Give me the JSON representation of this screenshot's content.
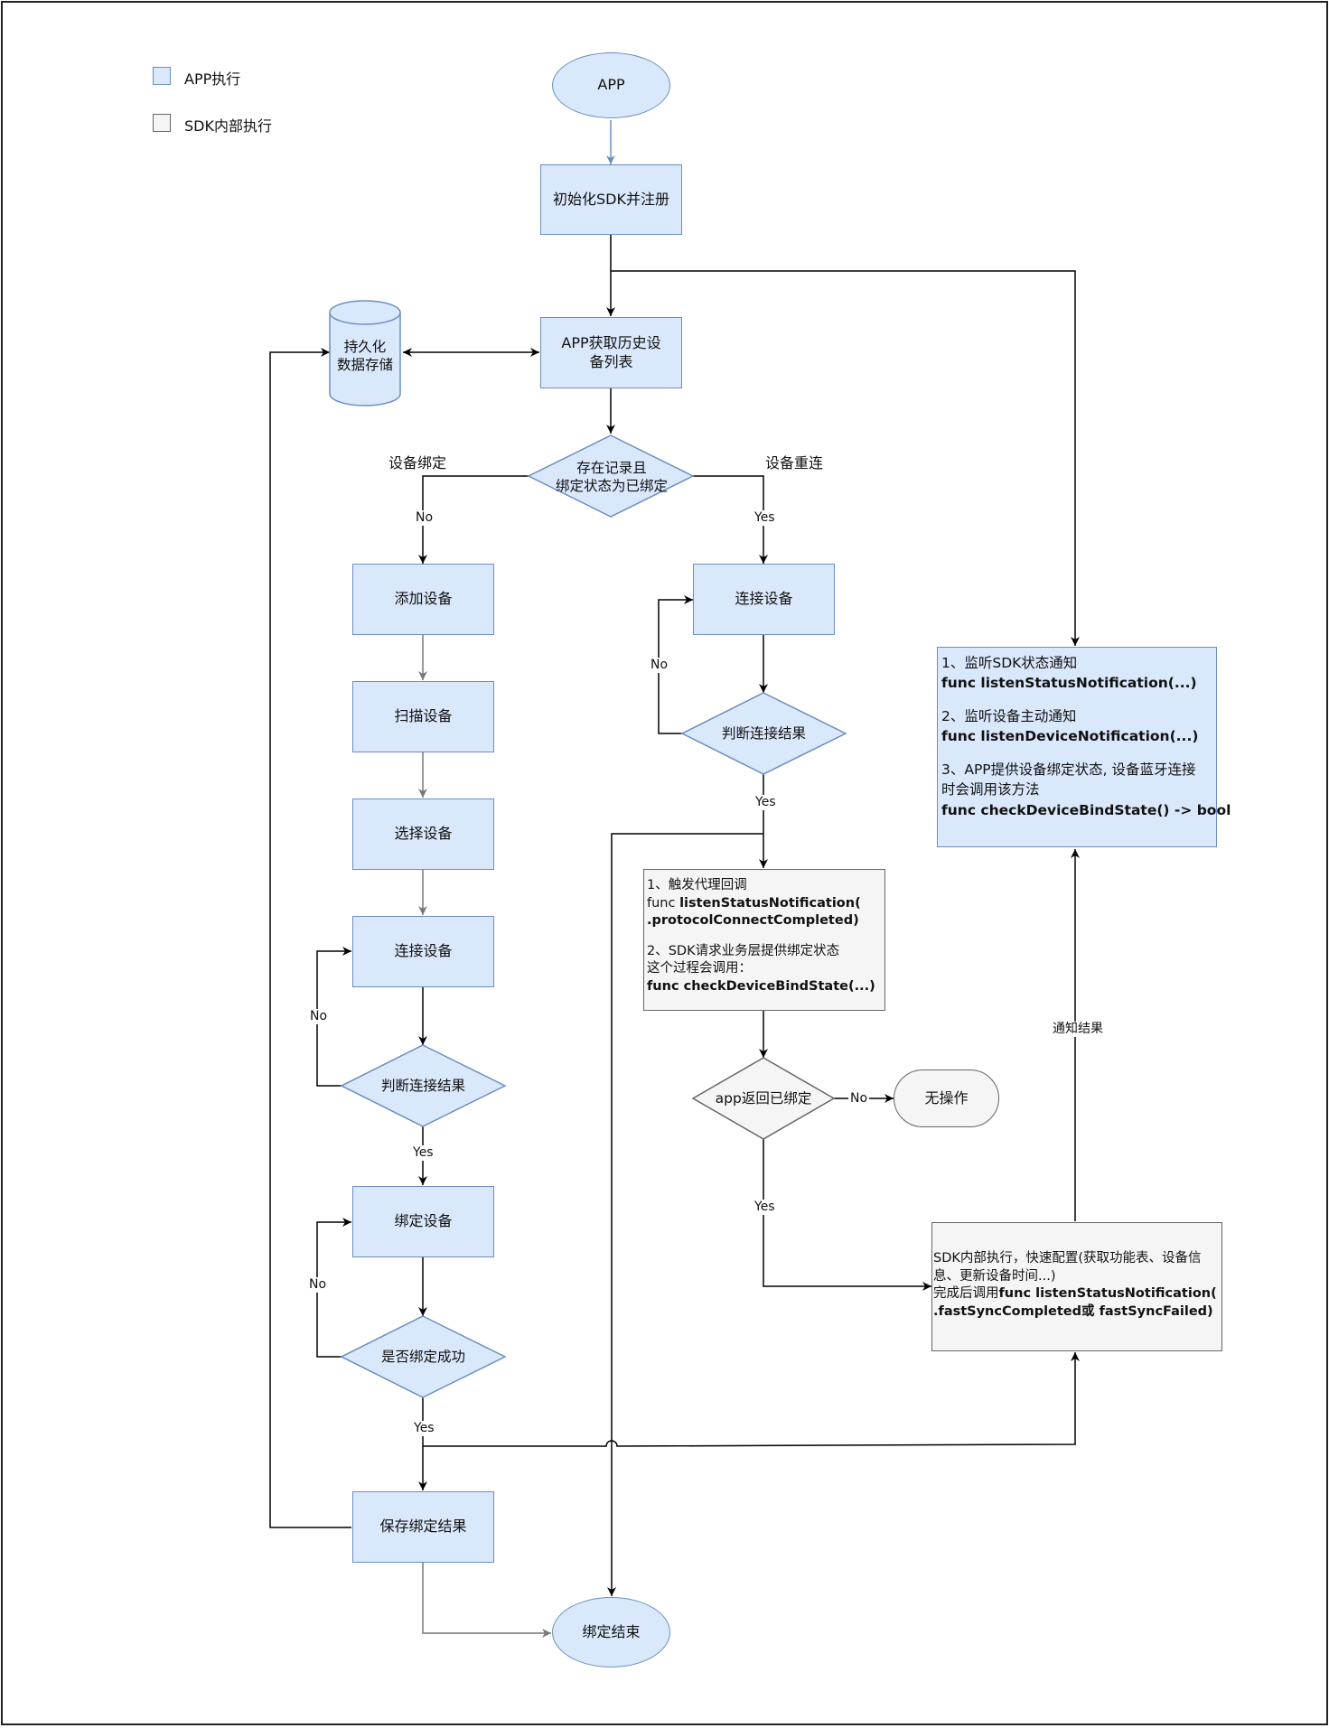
{
  "legend": {
    "app_label": "APP执行",
    "sdk_label": "SDK内部执行"
  },
  "nodes": {
    "start": "APP",
    "init_sdk": "初始化SDK并注册",
    "get_history": "APP获取历史设备列表",
    "storage": "持久化数据存储",
    "decision_record": "存在记录且绑定状态为已绑定",
    "add_device": "添加设备",
    "scan_device": "扫描设备",
    "select_device": "选择设备",
    "connect_left": "连接设备",
    "judge_left": "判断连接结果",
    "bind_device": "绑定设备",
    "bind_success": "是否绑定成功",
    "save_result": "保存绑定结果",
    "end": "绑定结束",
    "connect_right": "连接设备",
    "judge_right": "判断连接结果",
    "app_returns_bound": "app返回已绑定",
    "no_action": "无操作"
  },
  "listen_box": {
    "l1": "1、监听SDK状态通知",
    "l2": "func listenStatusNotification(...)",
    "l3": "2、监听设备主动通知",
    "l4": "func listenDeviceNotification(...)",
    "l5": "3、APP提供设备绑定状态, 设备蓝牙连接",
    "l6": "时会调用该方法",
    "l7": "func checkDeviceBindState() -> bool"
  },
  "callback_box": {
    "l1": "1、触发代理回调",
    "l2a": "func ",
    "l2b": "listenStatusNotification(",
    "l3": ".protocolConnectCompleted)",
    "l4": "2、SDK请求业务层提供绑定状态",
    "l5": "这个过程会调用：",
    "l6": "func checkDeviceBindState(...)"
  },
  "fastsync_box": {
    "l1": "SDK内部执行，快速配置(获取功能表、设备信",
    "l2": "息、更新设备时间...)",
    "l3a": "完成后调用",
    "l3b": "func listenStatusNotification(",
    "l4": ".fastSyncCompleted或 fastSyncFailed)"
  },
  "edge_labels": {
    "bind_branch": "设备绑定",
    "reconnect_branch": "设备重连",
    "no_left": "No",
    "yes_right": "Yes",
    "no_connect_left": "No",
    "yes_connect_left": "Yes",
    "no_bind": "No",
    "yes_bind": "Yes",
    "no_connect_right": "No",
    "yes_connect_right": "Yes",
    "no_bound": "No",
    "yes_bound": "Yes",
    "notify_result": "通知结果"
  },
  "colors": {
    "app_fill": "#dae8fc",
    "app_stroke": "#6c8ebf",
    "sdk_fill": "#f5f5f5",
    "sdk_stroke": "#666666"
  }
}
